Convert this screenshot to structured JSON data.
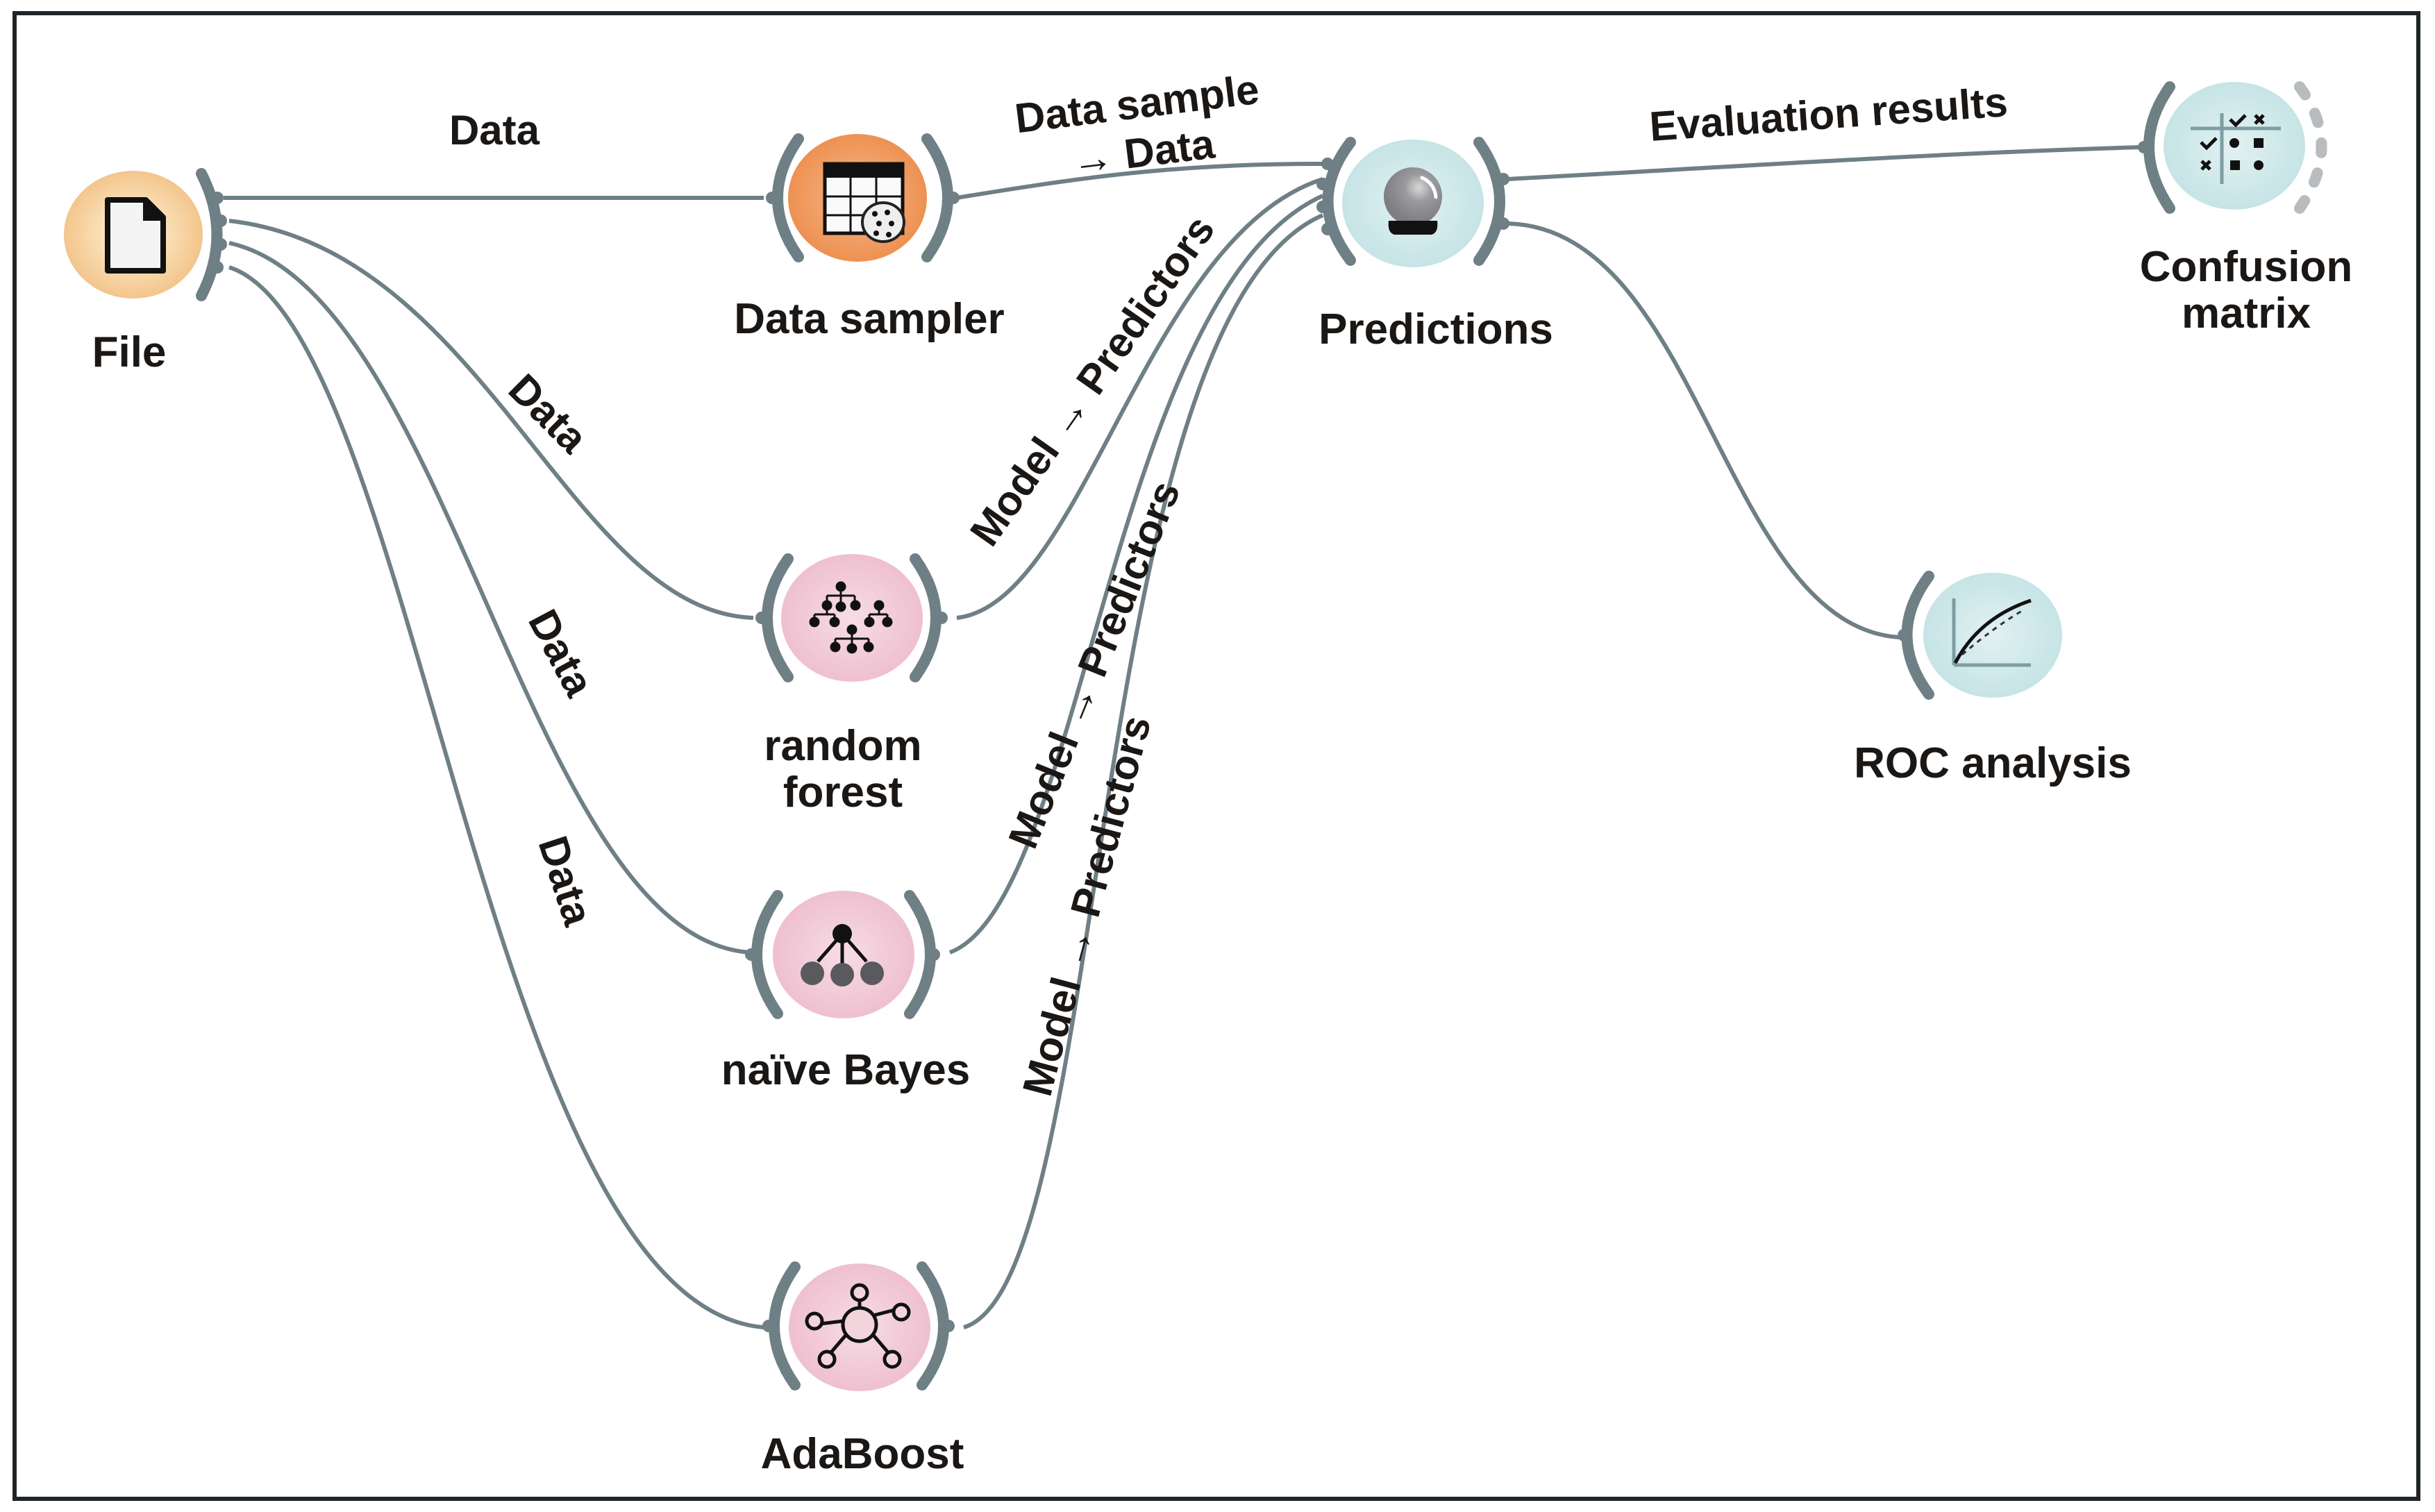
{
  "canvas": {
    "colors": {
      "frame": "#1e2428",
      "link": "#6f7f86",
      "data_node": "#f5c98f",
      "sampler_node": "#f0955a",
      "model_node": "#efc1cf",
      "eval_node": "#c9e6e8",
      "text": "#1a1715"
    }
  },
  "nodes": {
    "file": {
      "label": "File",
      "icon": "file-icon"
    },
    "data_sampler": {
      "label": "Data sampler",
      "icon": "table-dice-icon"
    },
    "predictions": {
      "label": "Predictions",
      "icon": "crystal-ball-icon"
    },
    "confusion_matrix": {
      "label_line1": "Confusion",
      "label_line2": "matrix",
      "icon": "confusion-matrix-icon"
    },
    "random_forest": {
      "label_line1": "random",
      "label_line2": "forest",
      "icon": "tree-hierarchy-icon"
    },
    "naive_bayes": {
      "label": "naïve Bayes",
      "icon": "bayes-network-icon"
    },
    "adaboost": {
      "label": "AdaBoost",
      "icon": "hub-network-icon"
    },
    "roc_analysis": {
      "label": "ROC analysis",
      "icon": "roc-curve-icon"
    }
  },
  "links": {
    "file_to_sampler": "Data",
    "sampler_to_predictions_line1": "Data sample",
    "sampler_to_predictions_line2": "→ Data",
    "file_to_forest": "Data",
    "file_to_bayes": "Data",
    "file_to_adaboost": "Data",
    "forest_to_predictions": "Model → Predictors",
    "bayes_to_predictions": "Model → Predictors",
    "adaboost_to_predictions": "Model → Predictors",
    "predictions_to_confusion": "Evaluation results"
  }
}
